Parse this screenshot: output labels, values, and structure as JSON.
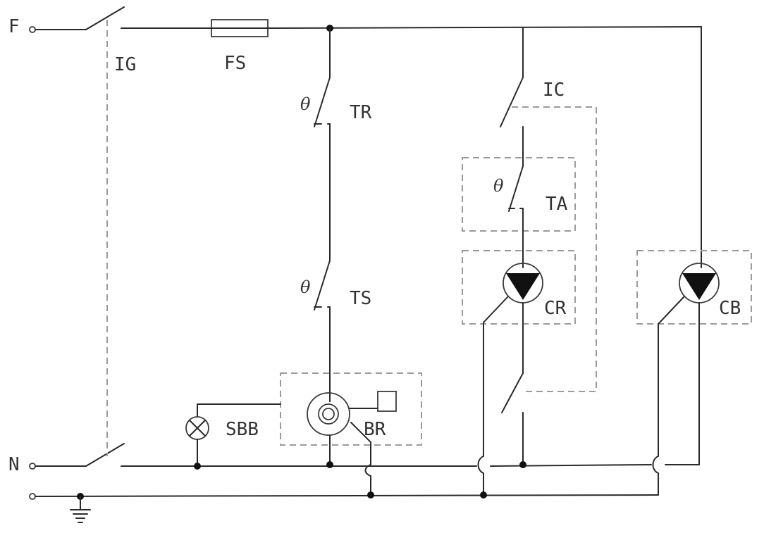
{
  "labels": {
    "phase": "F",
    "neutral": "N",
    "main_switch": "IG",
    "fuse": "FS",
    "thermostat_1": "TR",
    "thermostat_2": "TS",
    "thermostat_3": "TA",
    "contactor": "IC",
    "circulator_1": "CR",
    "circulator_2": "CB",
    "indicator_lamp": "SBB",
    "burner": "BR",
    "thermal_symbol": "θ"
  }
}
